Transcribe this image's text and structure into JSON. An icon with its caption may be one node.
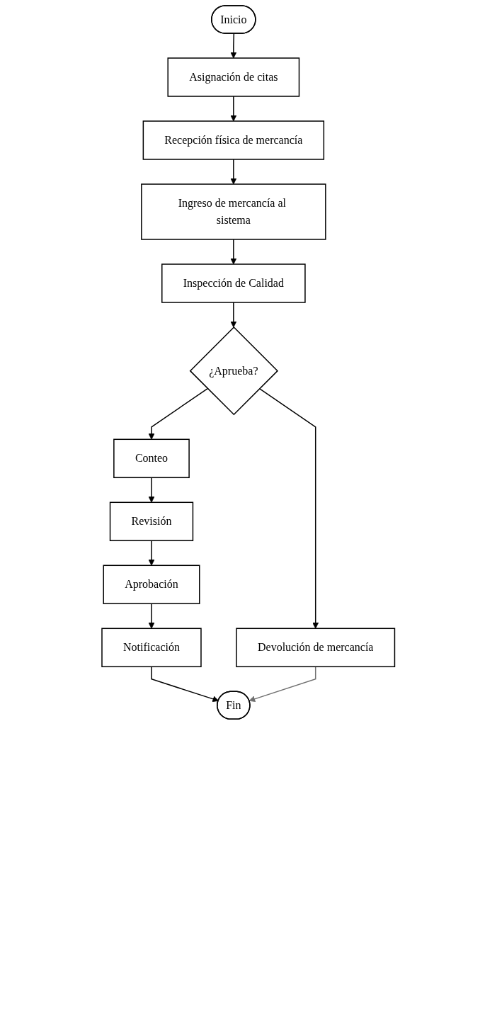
{
  "diagram": {
    "nodes": [
      {
        "text": [
          "Inicio"
        ]
      },
      {
        "text": [
          "Asignación de citas"
        ]
      },
      {
        "text": [
          "Recepción física de mercancía"
        ]
      },
      {
        "text": [
          "Ingreso de mercancía al sistema"
        ]
      },
      {
        "text": [
          "Inspección de Calidad"
        ]
      },
      {
        "text": [
          "¿Aprueba?"
        ]
      },
      {
        "text": [
          "Conteo"
        ]
      },
      {
        "text": [
          "Devolución de mercancía"
        ]
      },
      {
        "text": [
          "Revisión"
        ]
      },
      {
        "text": [
          "Aprobación"
        ]
      },
      {
        "text": [
          "Notificación"
        ]
      },
      {
        "text": [
          "Fin"
        ]
      }
    ],
    "edges": [
      {
        "from": 0,
        "to": 1,
        "arrow": "to"
      },
      {
        "from": 1,
        "to": 2,
        "arrow": "to"
      },
      {
        "from": 2,
        "to": 3,
        "arrow": "to"
      },
      {
        "from": 3,
        "to": 4,
        "arrow": "to"
      },
      {
        "from": 4,
        "to": 5,
        "arrow": "to"
      },
      {
        "from": 5,
        "to": 6,
        "arrow": "to"
      },
      {
        "from": 5,
        "to": 7,
        "arrow": "to"
      },
      {
        "from": 6,
        "to": 8,
        "arrow": "to"
      },
      {
        "from": 8,
        "to": 9,
        "arrow": "to"
      },
      {
        "from": 9,
        "to": 10,
        "arrow": "to"
      },
      {
        "from": 10,
        "to": 11,
        "arrow": "to"
      },
      {
        "from": 7,
        "to": 11,
        "arrow": "to",
        "color": "#707070"
      }
    ]
  }
}
